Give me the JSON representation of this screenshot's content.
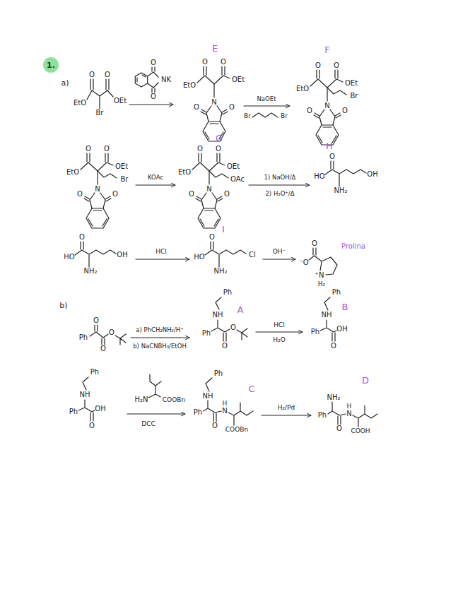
{
  "diagram": {
    "nodes": [
      {
        "text": [
          "1."
        ]
      }
    ],
    "labels": [
      "a)",
      "EtO",
      "O",
      "O",
      "OEt",
      "Br",
      "O",
      "NK",
      "O",
      "E",
      "EtO",
      "O",
      "O",
      "OEt",
      "N",
      "O",
      "O",
      "NaOEt",
      "Br",
      "Br",
      "F",
      "EtO",
      "O",
      "O",
      "OEt",
      "Br",
      "N",
      "O",
      "O",
      "EtO",
      "O",
      "O",
      "OEt",
      "Br",
      "N",
      "O",
      "O",
      "KOAc",
      "G",
      "EtO",
      "O",
      "O",
      "OEt",
      "OAc",
      "N",
      "O",
      "O",
      "1) NaOH/Δ",
      "2) H₃O⁺/Δ",
      "H",
      "HO",
      "O",
      "OH",
      "NH₂",
      "HO",
      "O",
      "OH",
      "NH₂",
      "HCl",
      "I",
      "HO",
      "O",
      "Cl",
      "NH₂",
      "OH⁻",
      "⁻O",
      "O",
      "⁺N",
      "H₂",
      "Prolina",
      "b)",
      "Ph",
      "O",
      "O",
      "O",
      "a) PhCH₂NH₂/H⁺",
      "b) NaCNBH₃/EtOH",
      "A",
      "Ph",
      "NH",
      "Ph",
      "O",
      "O",
      "HCl",
      "H₂O",
      "B",
      "Ph",
      "NH",
      "Ph",
      "OH",
      "O",
      "Ph",
      "NH",
      "Ph",
      "OH",
      "O",
      "H₂N",
      "COOBn",
      "DCC",
      "C",
      "Ph",
      "NH",
      "Ph",
      "H",
      "N",
      "O",
      "COOBn",
      "H₂/Pd",
      "D",
      "NH₂",
      "Ph",
      "H",
      "N",
      "O",
      "COOH"
    ]
  }
}
